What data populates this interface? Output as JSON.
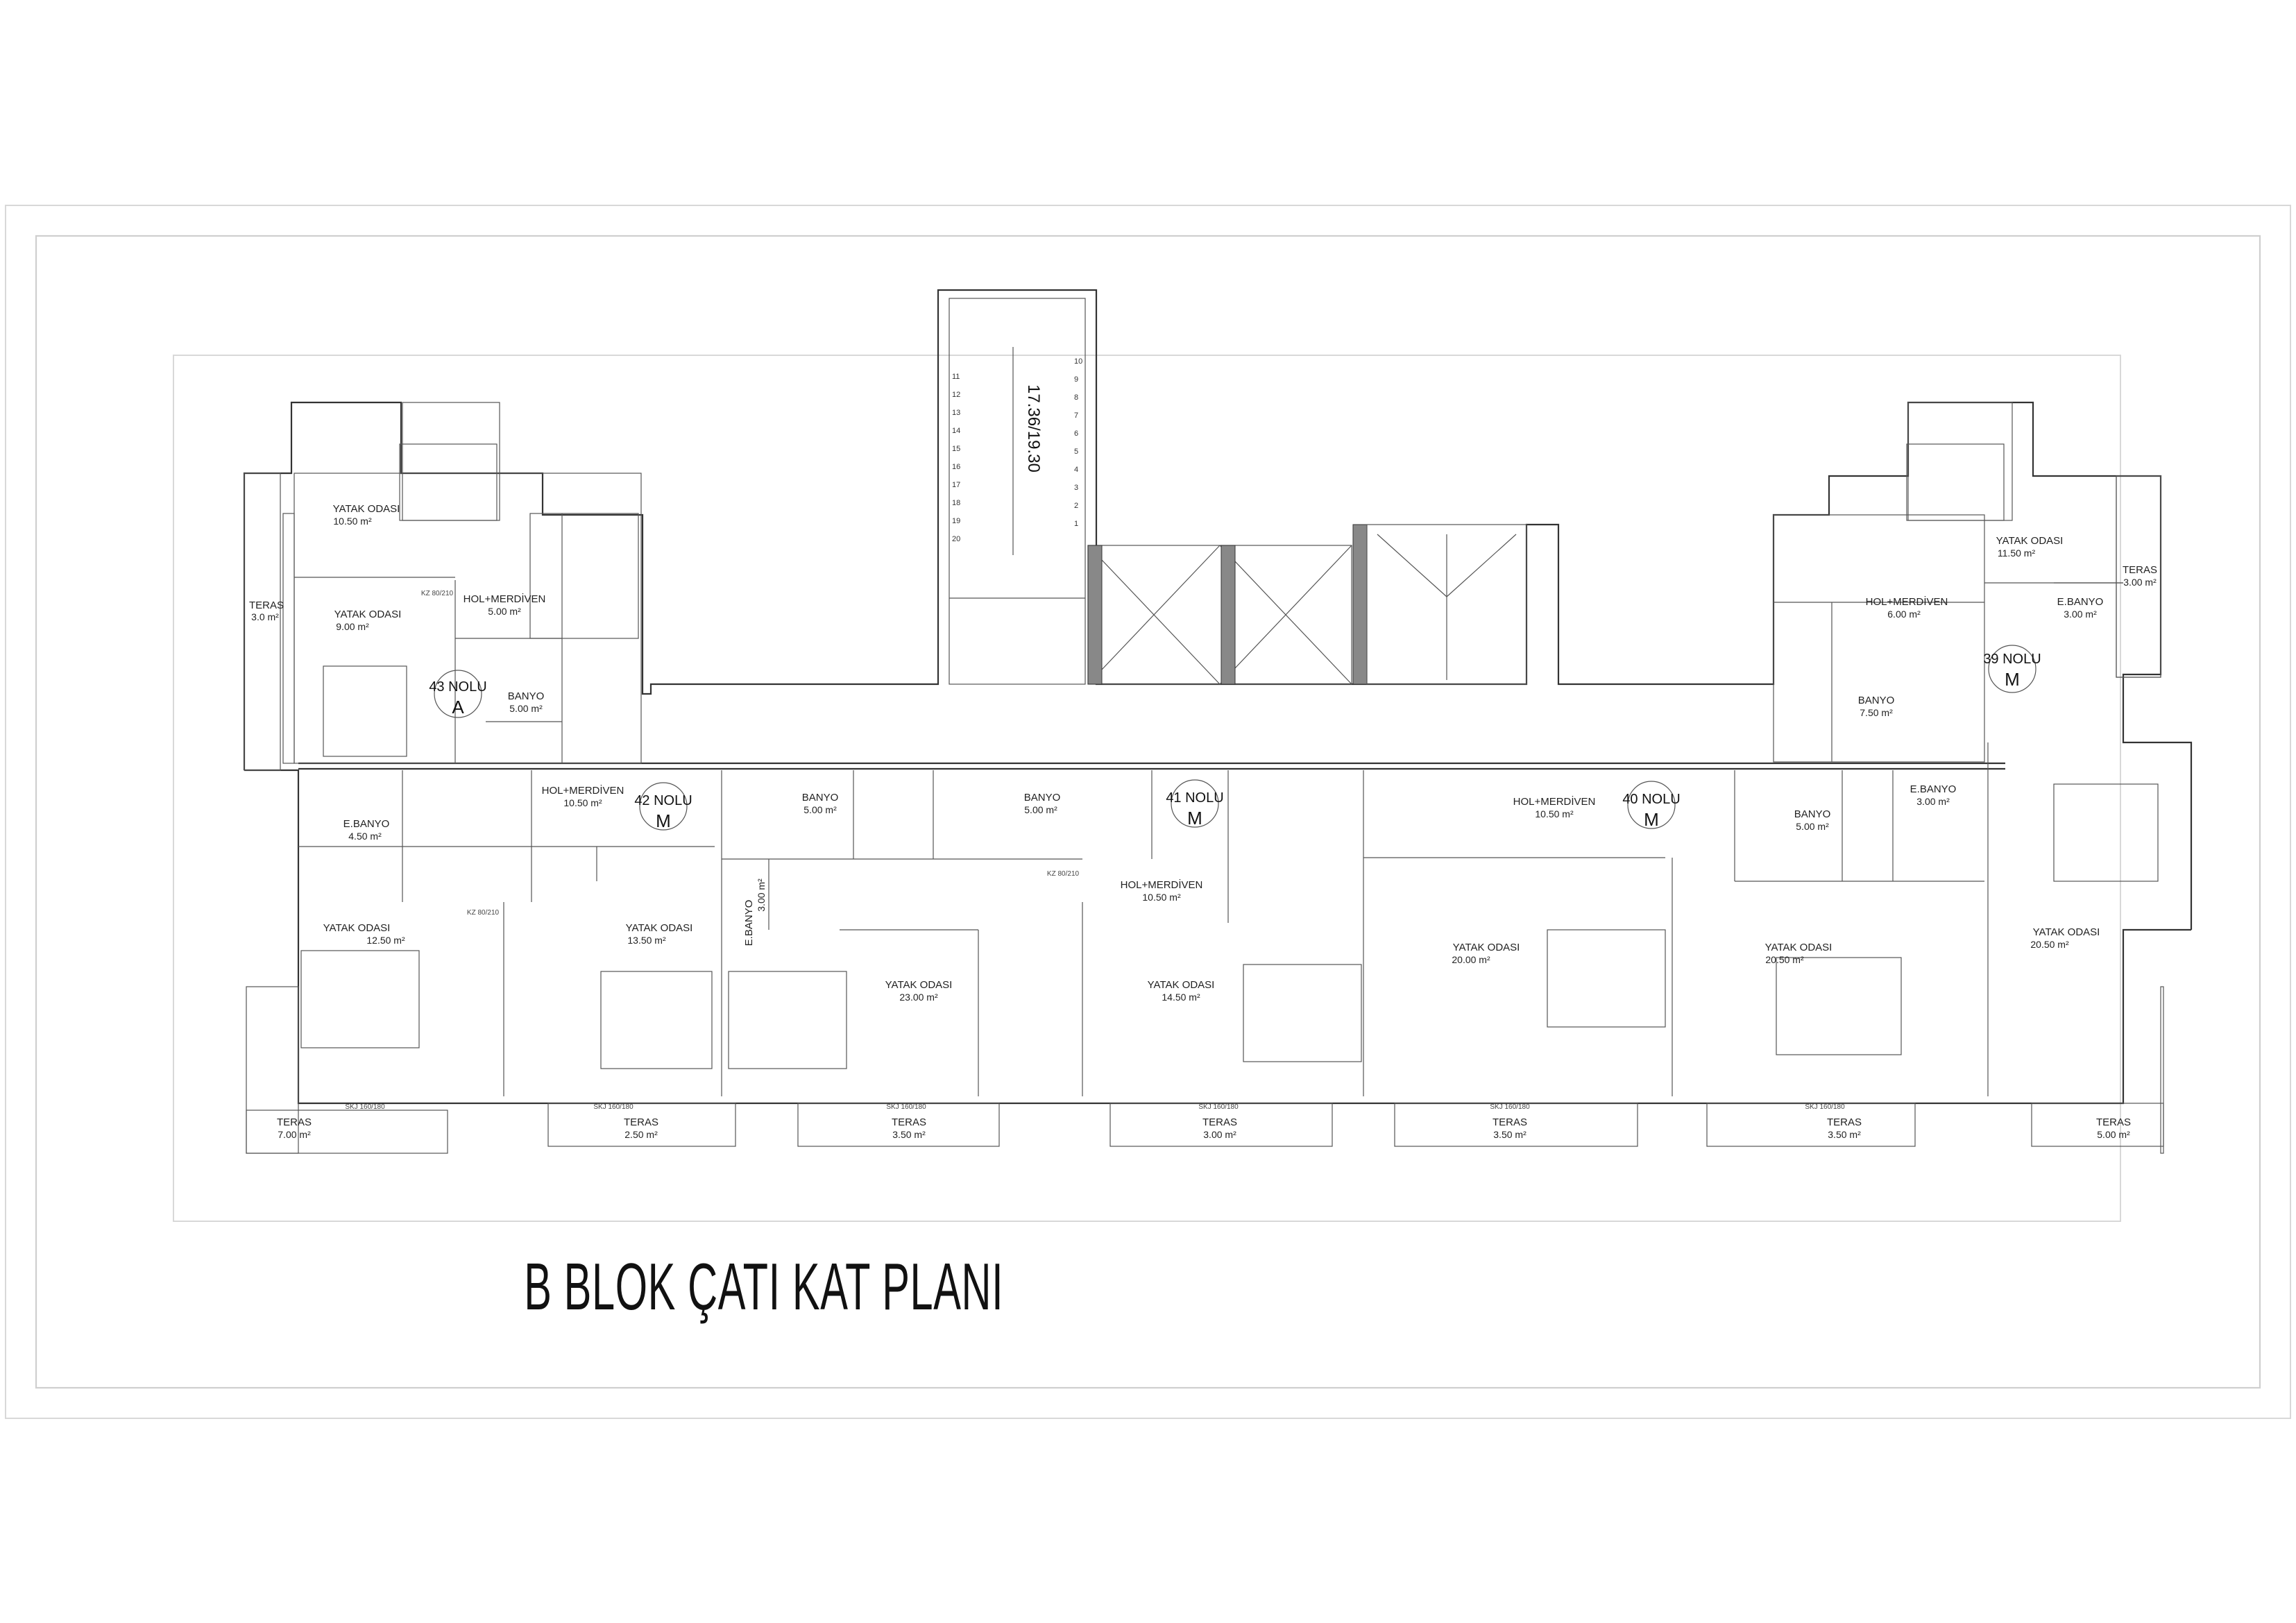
{
  "title": "B BLOK ÇATI KAT PLANI",
  "stair_label": "17.36/19.30",
  "stair_steps_right": [
    "10",
    "9",
    "8",
    "7",
    "6",
    "5",
    "4",
    "3",
    "2",
    "1"
  ],
  "stair_steps_left": [
    "11",
    "12",
    "13",
    "14",
    "15",
    "16",
    "17",
    "18",
    "19",
    "20"
  ],
  "units": [
    {
      "no": "43 NOLU",
      "type": "A"
    },
    {
      "no": "42 NOLU",
      "type": "M"
    },
    {
      "no": "41 NOLU",
      "type": "M"
    },
    {
      "no": "40 NOLU",
      "type": "M"
    },
    {
      "no": "39 NOLU",
      "type": "M"
    }
  ],
  "rooms": [
    {
      "name": "YATAK ODASI",
      "area": "10.50 m²"
    },
    {
      "name": "TERAS",
      "area": "3.0 m²"
    },
    {
      "name": "YATAK ODASI",
      "area": "9.00 m²"
    },
    {
      "name": "HOL+MERDİVEN",
      "area": "5.00 m²"
    },
    {
      "name": "BANYO",
      "area": "5.00 m²"
    },
    {
      "name": "E.BANYO",
      "area": "4.50 m²"
    },
    {
      "name": "HOL+MERDİVEN",
      "area": "10.50 m²"
    },
    {
      "name": "YATAK ODASI",
      "area": "12.50 m²"
    },
    {
      "name": "YATAK ODASI",
      "area": "13.50 m²"
    },
    {
      "name": "BANYO",
      "area": "5.00 m²"
    },
    {
      "name": "E.BANYO",
      "area": "3.00 m²"
    },
    {
      "name": "YATAK ODASI",
      "area": "23.00 m²"
    },
    {
      "name": "BANYO",
      "area": "5.00 m²"
    },
    {
      "name": "HOL+MERDİVEN",
      "area": "10.50 m²"
    },
    {
      "name": "YATAK ODASI",
      "area": "14.50 m²"
    },
    {
      "name": "HOL+MERDİVEN",
      "area": "10.50 m²"
    },
    {
      "name": "YATAK ODASI",
      "area": "20.00 m²"
    },
    {
      "name": "BANYO",
      "area": "5.00 m²"
    },
    {
      "name": "E.BANYO",
      "area": "3.00 m²"
    },
    {
      "name": "YATAK ODASI",
      "area": "20.50 m²"
    },
    {
      "name": "YATAK ODASI",
      "area": "11.50 m²"
    },
    {
      "name": "TERAS",
      "area": "3.00 m²"
    },
    {
      "name": "HOL+MERDİVEN",
      "area": "6.00 m²"
    },
    {
      "name": "E.BANYO",
      "area": "3.00 m²"
    },
    {
      "name": "BANYO",
      "area": "7.50 m²"
    },
    {
      "name": "YATAK ODASI",
      "area": "20.50 m²"
    },
    {
      "name": "TERAS",
      "area": "7.00 m²"
    },
    {
      "name": "TERAS",
      "area": "2.50 m²"
    },
    {
      "name": "TERAS",
      "area": "3.50 m²"
    },
    {
      "name": "TERAS",
      "area": "3.00 m²"
    },
    {
      "name": "TERAS",
      "area": "3.50 m²"
    },
    {
      "name": "TERAS",
      "area": "3.50 m²"
    },
    {
      "name": "TERAS",
      "area": "5.00 m²"
    }
  ],
  "window_tag": "SKJ 160/180",
  "door_tag": "KZ 80/210"
}
